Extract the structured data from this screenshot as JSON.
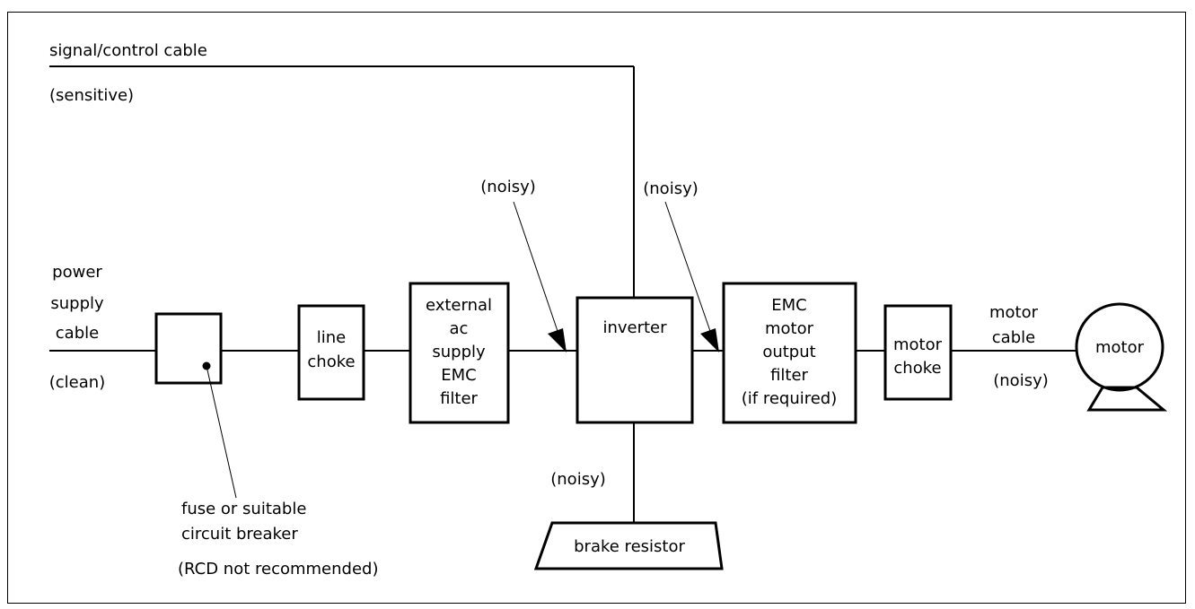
{
  "signal_cable": {
    "name": "signal/control cable",
    "note": "(sensitive)"
  },
  "power_cable": {
    "line1": "power",
    "line2": "supply",
    "line3": "cable",
    "note": "(clean)"
  },
  "fuse": {
    "line1": "fuse or suitable",
    "line2": "circuit breaker",
    "note": "(RCD not recommended)"
  },
  "line_choke": {
    "line1": "line",
    "line2": "choke"
  },
  "ac_filter": {
    "line1": "external",
    "line2": "ac",
    "line3": "supply",
    "line4": "EMC",
    "line5": "filter"
  },
  "noisy_label": "(noisy)",
  "inverter": {
    "label": "inverter"
  },
  "motor_filter": {
    "line1": "EMC",
    "line2": "motor",
    "line3": "output",
    "line4": "filter",
    "line5": "(if required)"
  },
  "motor_choke": {
    "line1": "motor",
    "line2": "choke"
  },
  "motor_cable": {
    "line1": "motor",
    "line2": "cable",
    "note": "(noisy)"
  },
  "motor": {
    "label": "motor"
  },
  "brake_resistor": {
    "label": "brake resistor",
    "note": "(noisy)"
  }
}
